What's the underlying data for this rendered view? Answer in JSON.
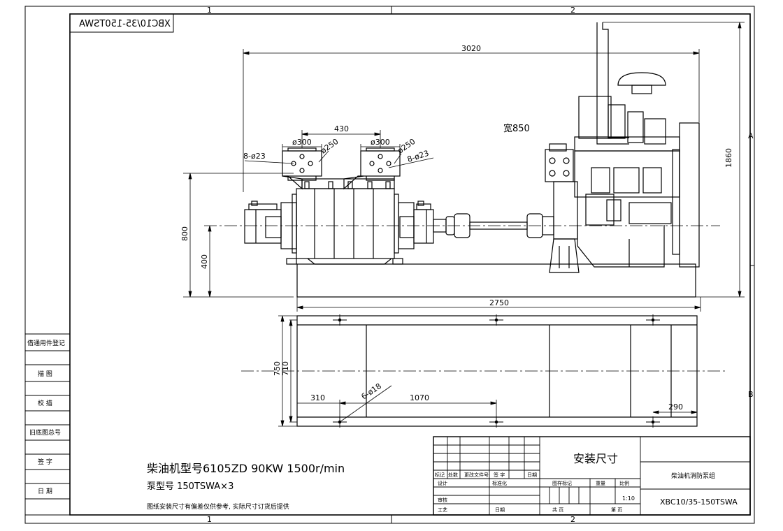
{
  "zone_marks": {
    "top_1": "1",
    "top_2": "2",
    "bottom_1": "1",
    "bottom_2": "2",
    "right_a": "A",
    "right_b": "B"
  },
  "drawing_code_mirrored": "XBC10/35-150TSWA",
  "side_column": {
    "items": [
      "借通用件登记",
      "描 图",
      "校 描",
      "旧底图总号",
      "签 字",
      "日 期"
    ]
  },
  "dimensions": {
    "overall_length": "3020",
    "height": "1860",
    "width_note": "宽850",
    "flange_spacing": "430",
    "flange_left_outer": "ø300",
    "flange_left_inner": "ø250",
    "flange_right_outer": "ø300",
    "flange_right_inner": "ø250",
    "bolt_left": "8-ø23",
    "bolt_right": "8-ø23",
    "shaft_height_total": "800",
    "shaft_height": "400",
    "base_length": "2750",
    "base_width_outer": "750",
    "base_width_inner": "710",
    "hole_offset_left": "310",
    "hole_spacing": "1070",
    "hole_offset_right": "290",
    "anchor_holes": "6-ø18"
  },
  "notes": {
    "engine": "柴油机型号6105ZD 90KW 1500r/min",
    "pump": "泵型号 150TSWA×3",
    "disclaimer": "图纸安装尺寸有偏差仅供参考, 实际尺寸订货后提供"
  },
  "title_block": {
    "title": "安装尺寸",
    "product_name": "柴油机消防泵组",
    "drawing_no": "XBC10/35-150TSWA",
    "scale": "1:10",
    "rev_headers": [
      "标记",
      "处数",
      "更改文件号",
      "签 字",
      "日期"
    ],
    "design": "设计",
    "standardization": "标准化",
    "review": "审核",
    "process": "工艺",
    "date": "日期",
    "drawing_mark": "图样标记",
    "weight": "重量",
    "ratio": "比例",
    "total_sheets": "共 页",
    "sheet_no": "第 页"
  }
}
